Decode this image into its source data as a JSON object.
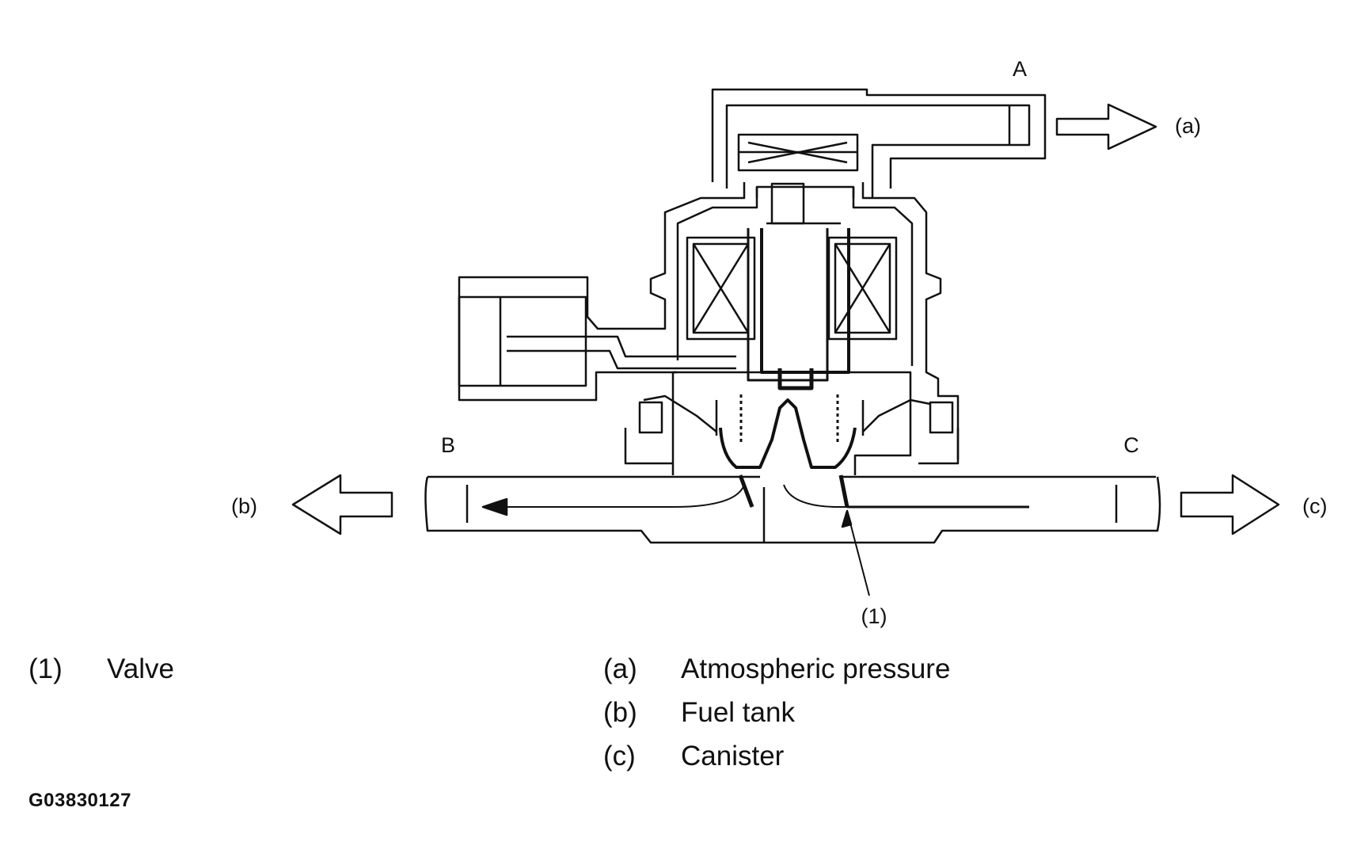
{
  "ports": {
    "a": "A",
    "b": "B",
    "c": "C"
  },
  "flows": {
    "a": "(a)",
    "b": "(b)",
    "c": "(c)"
  },
  "callout": "(1)",
  "legend_left": [
    {
      "num": "(1)",
      "text": "Valve"
    }
  ],
  "legend_right": [
    {
      "num": "(a)",
      "text": "Atmospheric pressure"
    },
    {
      "num": "(b)",
      "text": "Fuel tank"
    },
    {
      "num": "(c)",
      "text": "Canister"
    }
  ],
  "figure_id": "G03830127"
}
